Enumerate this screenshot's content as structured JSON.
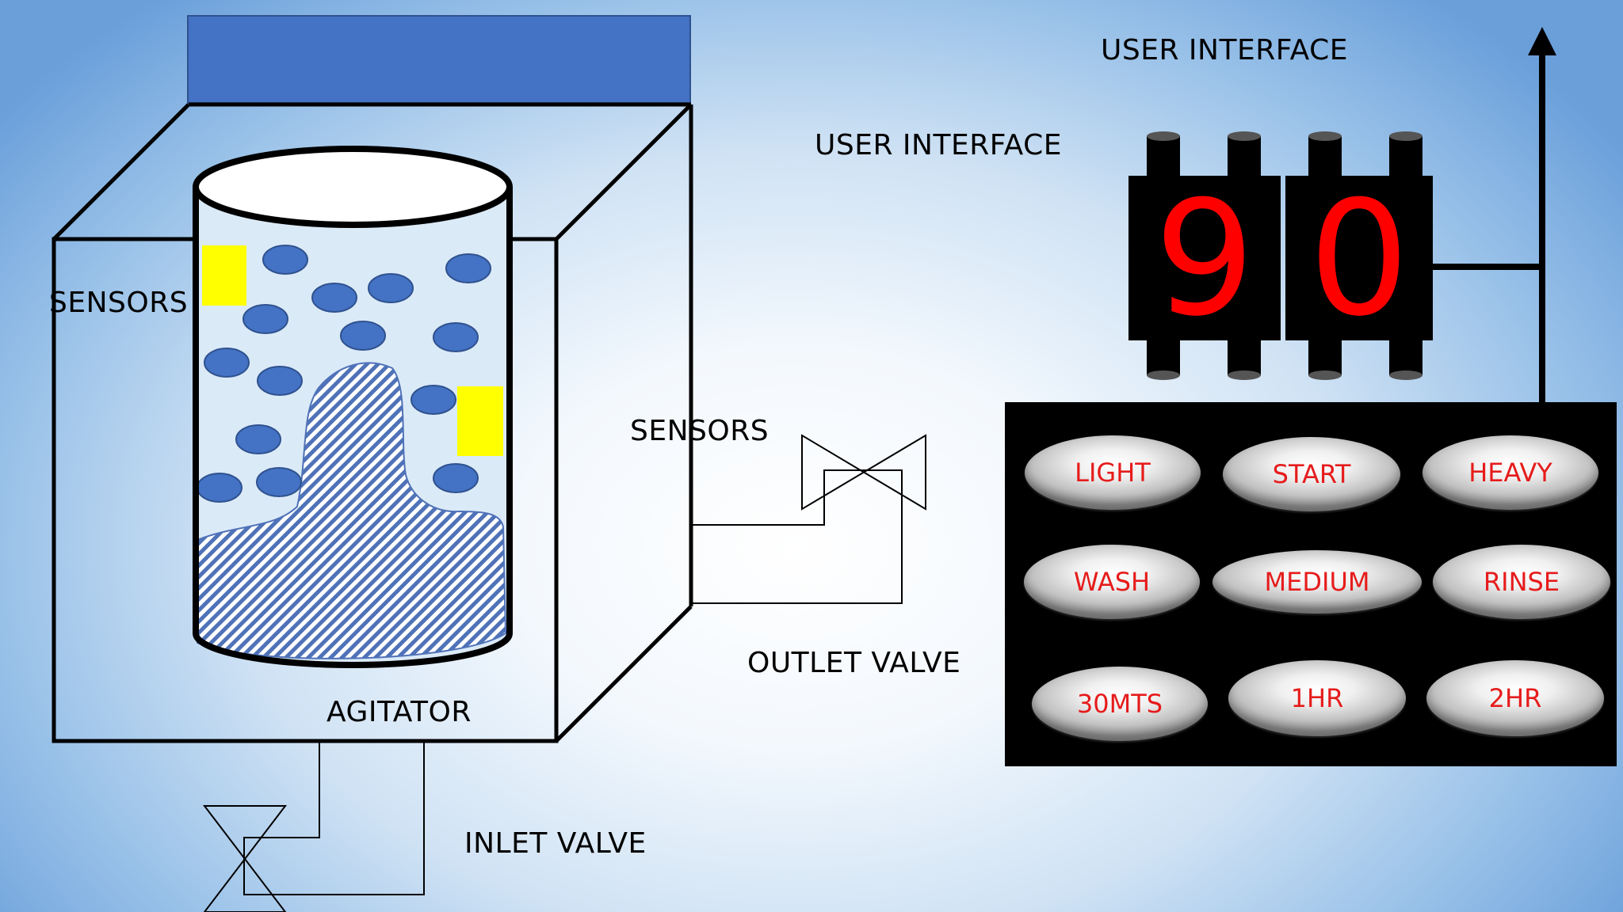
{
  "labels": {
    "user_interface_top": "USER INTERFACE",
    "user_interface_mid": "USER INTERFACE",
    "sensors_left": "SENSORS",
    "sensors_right": "SENSORS",
    "outlet_valve": "OUTLET VALVE",
    "agitator": "AGITATOR",
    "inlet_valve": "INLET VALVE"
  },
  "display": {
    "digits": [
      "9",
      "0"
    ]
  },
  "buttons": [
    {
      "id": "light",
      "label": "LIGHT"
    },
    {
      "id": "start",
      "label": "START"
    },
    {
      "id": "heavy",
      "label": "HEAVY"
    },
    {
      "id": "wash",
      "label": "WASH"
    },
    {
      "id": "medium",
      "label": "MEDIUM"
    },
    {
      "id": "rinse",
      "label": "RINSE"
    },
    {
      "id": "30mts",
      "label": "30MTS"
    },
    {
      "id": "1hr",
      "label": "1HR"
    },
    {
      "id": "2hr",
      "label": "2HR"
    }
  ],
  "colors": {
    "lid": "#4472c4",
    "bubble": "#4472c4",
    "sensor": "#ffff00",
    "digit": "#ff0000",
    "button_text": "#e61c1c",
    "panel": "#000000"
  }
}
